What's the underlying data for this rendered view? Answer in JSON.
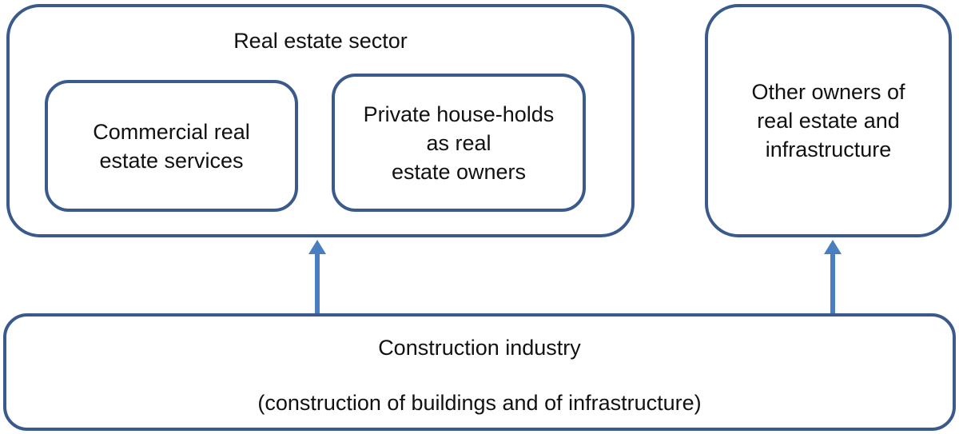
{
  "colors": {
    "border": "#3a5a8c",
    "arrow": "#4a7ec1"
  },
  "real_estate_sector": {
    "title": "Real estate sector",
    "commercial": {
      "line1": "Commercial real",
      "line2": "estate services"
    },
    "private": {
      "line1": "Private house-holds",
      "line2": "as real",
      "line3": "estate owners"
    }
  },
  "other_owners": {
    "line1": "Other owners of",
    "line2": "real estate and",
    "line3": "infrastructure"
  },
  "construction": {
    "title": "Construction industry",
    "subtitle": "(construction of buildings and of infrastructure)"
  },
  "connections": [
    {
      "from": "construction-industry-box",
      "to": "real-estate-sector-box"
    },
    {
      "from": "construction-industry-box",
      "to": "other-owners-box"
    }
  ]
}
